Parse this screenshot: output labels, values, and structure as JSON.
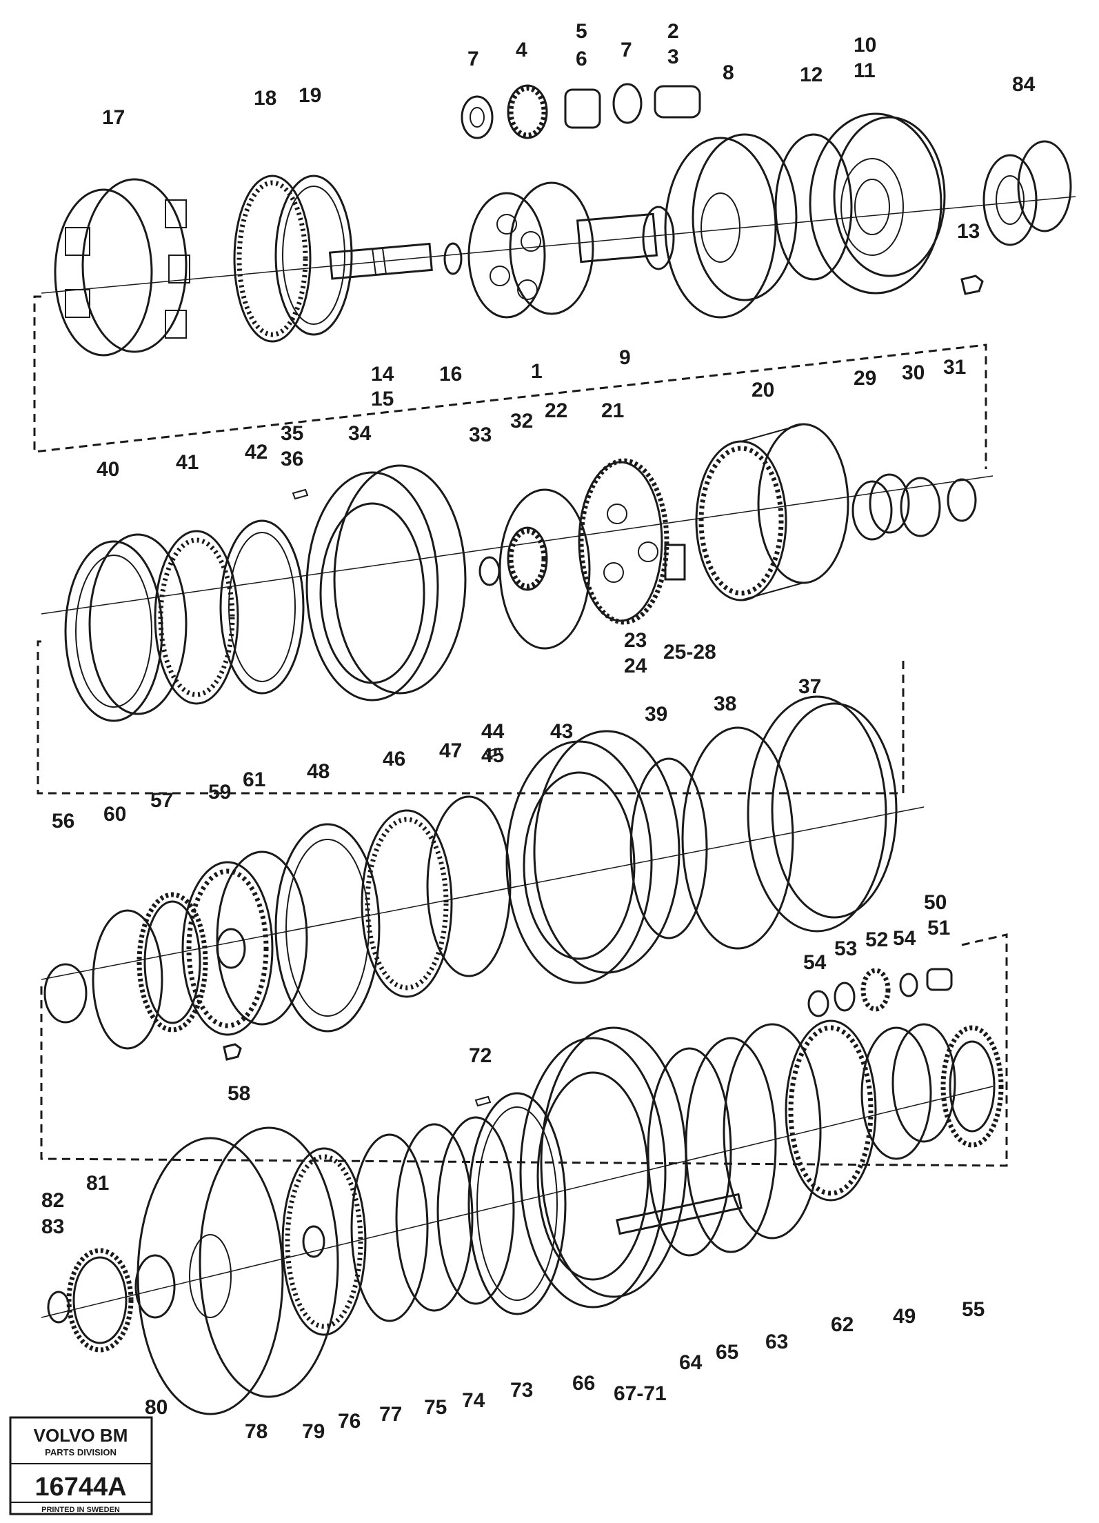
{
  "stamp": {
    "brand": "VOLVO BM",
    "division": "PARTS DIVISION",
    "drawing_number": "16744A",
    "printed": "PRINTED IN SWEDEN"
  },
  "callouts": {
    "c1": "1",
    "c2_3": [
      "2",
      "3"
    ],
    "c4": "4",
    "c5_6": [
      "5",
      "6"
    ],
    "c7a": "7",
    "c7b": "7",
    "c8": "8",
    "c9": "9",
    "c10_11": [
      "10",
      "11"
    ],
    "c12": "12",
    "c13": "13",
    "c14_15": [
      "14",
      "15"
    ],
    "c16": "16",
    "c17": "17",
    "c18": "18",
    "c19": "19",
    "c20": "20",
    "c21": "21",
    "c22": "22",
    "c23_24": [
      "23",
      "24"
    ],
    "c25_28": "25-28",
    "c29": "29",
    "c30": "30",
    "c31": "31",
    "c32": "32",
    "c33": "33",
    "c34": "34",
    "c35_36": [
      "35",
      "36"
    ],
    "c37": "37",
    "c38": "38",
    "c39": "39",
    "c40": "40",
    "c41": "41",
    "c42": "42",
    "c43": "43",
    "c44_45": [
      "44",
      "45"
    ],
    "c46": "46",
    "c47": "47",
    "c48": "48",
    "c49": "49",
    "c50_51": [
      "50",
      "51"
    ],
    "c52": "52",
    "c53": "53",
    "c54a": "54",
    "c54b": "54",
    "c55": "55",
    "c56": "56",
    "c57": "57",
    "c58": "58",
    "c59": "59",
    "c60": "60",
    "c61": "61",
    "c62": "62",
    "c63": "63",
    "c64": "64",
    "c65": "65",
    "c66": "66",
    "c67_71": "67-71",
    "c72": "72",
    "c73": "73",
    "c74": "74",
    "c75": "75",
    "c76": "76",
    "c77": "77",
    "c78": "78",
    "c79": "79",
    "c80": "80",
    "c81": "81",
    "c82_83": [
      "82",
      "83"
    ],
    "c84": "84"
  }
}
